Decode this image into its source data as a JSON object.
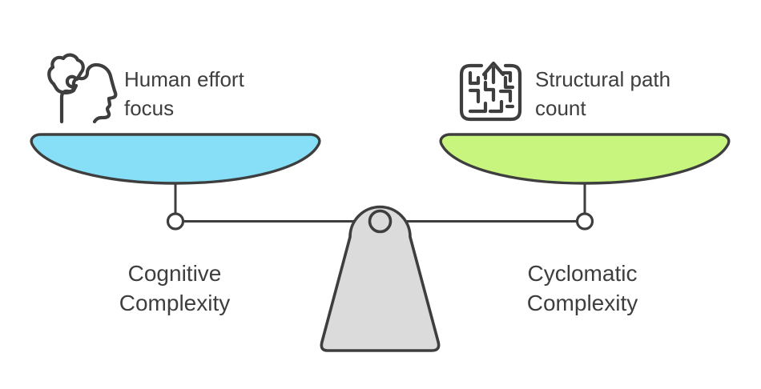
{
  "diagram": {
    "type": "balance-scale-comparison",
    "left_side": {
      "heading_lines": [
        "Human effort",
        "focus"
      ],
      "icon": "head-puzzle-icon",
      "label_lines": [
        "Cognitive",
        "Complexity"
      ],
      "pan_fill": "#86DEF7"
    },
    "right_side": {
      "heading_lines": [
        "Structural path",
        "count"
      ],
      "icon": "maze-arrow-icon",
      "label_lines": [
        "Cyclomatic",
        "Complexity"
      ],
      "pan_fill": "#C8F57E"
    },
    "colors": {
      "outline": "#3E3E3E",
      "text": "#3E3E3E",
      "fulcrum_fill": "#DBDBDB",
      "joint_fill": "#FFFFFF",
      "background": "#FFFFFF"
    }
  }
}
